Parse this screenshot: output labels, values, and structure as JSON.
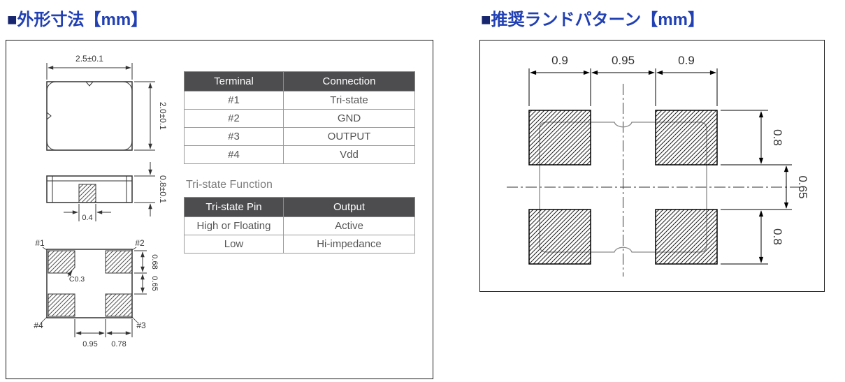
{
  "page": {
    "left_title": {
      "bullet": "■",
      "text": "外形寸法【mm】"
    },
    "right_title": {
      "bullet": "■",
      "text": "推奨ランドパターン【mm】"
    }
  },
  "outline": {
    "top_view": {
      "width_dim": "2.5±0.1",
      "height_dim": "2.0±0.1"
    },
    "side_view": {
      "center_pad_dim": "0.4",
      "height_dim": "0.8±0.1"
    },
    "bottom_view": {
      "pin1": "#1",
      "pin2": "#2",
      "pin3": "#3",
      "pin4": "#4",
      "chamfer": "C0.3",
      "pad_height_dim": "0.68",
      "gap_v_dim": "0.65",
      "gap_h_dim": "0.95",
      "pad_width_dim": "0.78"
    }
  },
  "terminal_table": {
    "col1": "Terminal",
    "col2": "Connection",
    "rows": [
      {
        "terminal": "#1",
        "connection": "Tri-state"
      },
      {
        "terminal": "#2",
        "connection": "GND"
      },
      {
        "terminal": "#3",
        "connection": "OUTPUT"
      },
      {
        "terminal": "#4",
        "connection": "Vdd"
      }
    ]
  },
  "tristate": {
    "caption": "Tri-state Function",
    "col1": "Tri-state Pin",
    "col2": "Output",
    "rows": [
      {
        "pin": "High or Floating",
        "output": "Active"
      },
      {
        "pin": "Low",
        "output": "Hi-impedance"
      }
    ]
  },
  "land_pattern": {
    "dim_pad_w_left": "0.9",
    "dim_gap_h": "0.95",
    "dim_pad_w_right": "0.9",
    "dim_pad_h_top": "0.8",
    "dim_gap_v": "0.65",
    "dim_pad_h_bottom": "0.8"
  },
  "colors": {
    "title_text": "#2140b4",
    "title_bullet": "#17266e",
    "table_header_bg": "#4d4d50",
    "table_header_text": "#ffffff",
    "drawing_line": "#333333"
  }
}
